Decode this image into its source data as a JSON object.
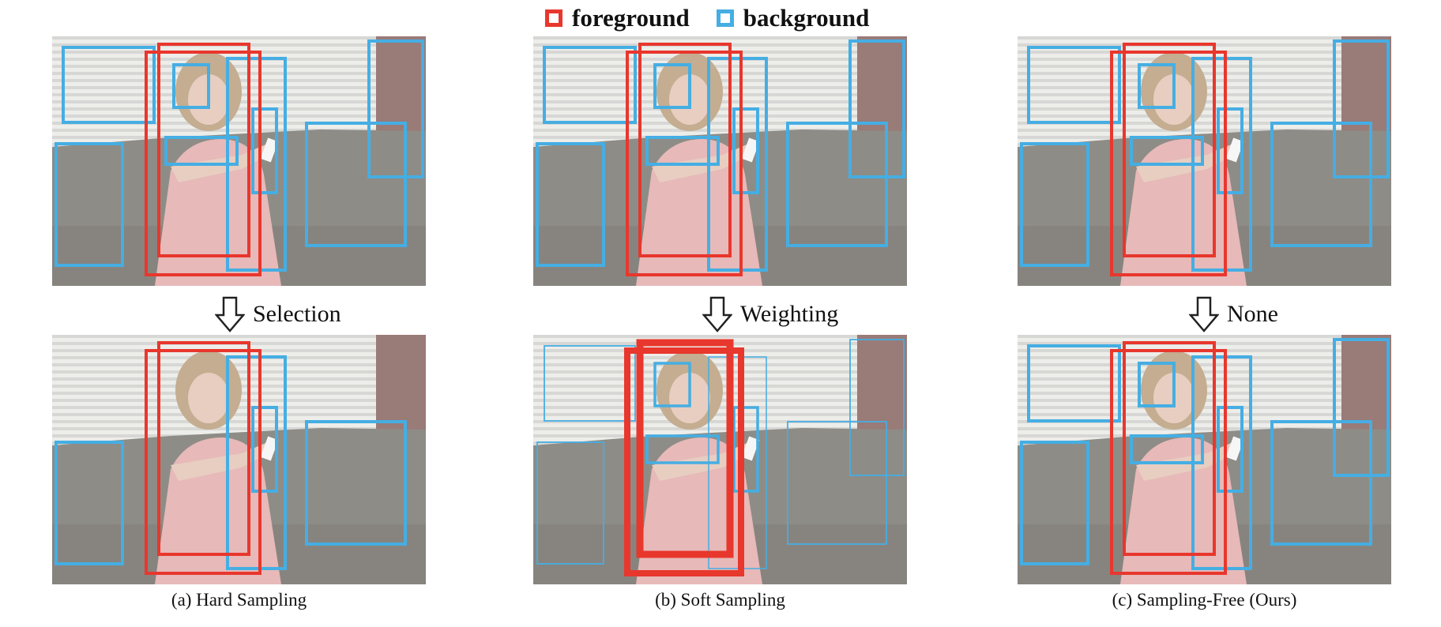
{
  "legend": {
    "foreground_label": "foreground",
    "background_label": "background",
    "foreground_color": "#e8372d",
    "background_color": "#45aee3"
  },
  "columns": [
    {
      "id": "a",
      "arrow_label": "Selection",
      "caption": "(a) Hard Sampling"
    },
    {
      "id": "b",
      "arrow_label": "Weighting",
      "caption": "(b) Soft Sampling"
    },
    {
      "id": "c",
      "arrow_label": "None",
      "caption": "(c) Sampling-Free (Ours)"
    }
  ],
  "colors": {
    "wall": "#cfcfcc",
    "blinds": "#e9e9e6",
    "sofa": "#76736c",
    "curtain": "#6a3a36",
    "dress": "#e2aaaa",
    "hair": "#b79c78",
    "skin": "#e2c4b4",
    "arrow_stroke": "#222222"
  },
  "icons": [
    "down-arrow-icon",
    "red-square-icon",
    "blue-square-icon"
  ]
}
